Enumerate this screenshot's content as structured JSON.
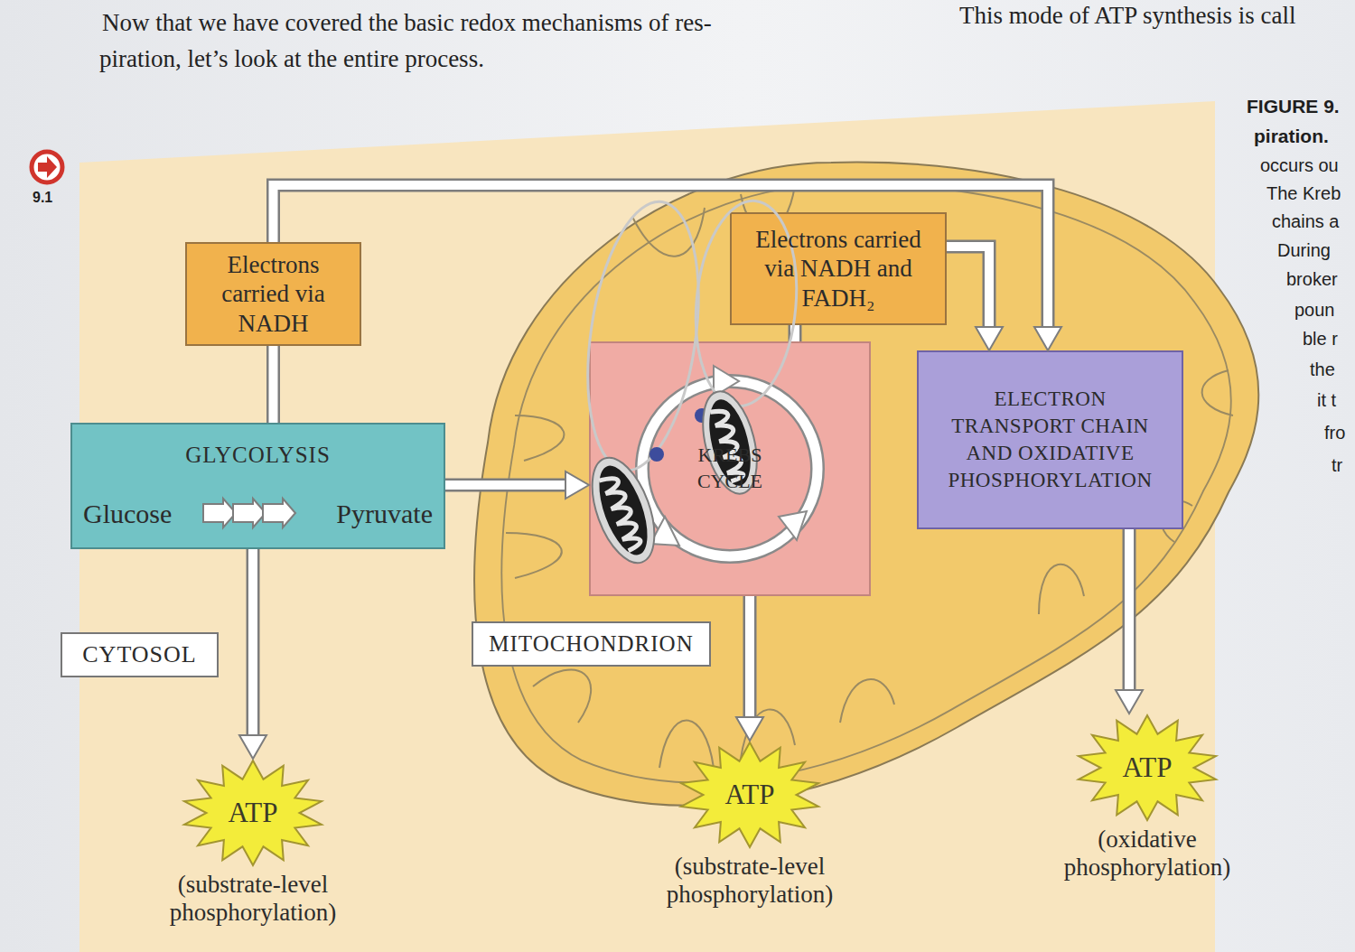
{
  "diagram": {
    "nodes": [
      {
        "text": [
          "Electrons carried via NADH"
        ]
      },
      {
        "text": [
          "GLYCOLYSIS",
          "Glucose",
          "Pyruvate"
        ]
      },
      {
        "text": [
          "CYTOSOL"
        ]
      },
      {
        "text": [
          "MITOCHONDRION"
        ]
      },
      {
        "text": [
          "KREBS CYCLE"
        ],
        "in": 3
      },
      {
        "text": [
          "Electrons carried via NADH and FADH₂"
        ],
        "in": 3
      },
      {
        "text": [
          "ELECTRON TRANSPORT CHAIN AND OXIDATIVE PHOSPHORYLATION"
        ],
        "in": 3
      },
      {
        "text": [
          "ATP",
          "(substrate-level phosphorylation)"
        ]
      },
      {
        "text": [
          "ATP",
          "(substrate-level phosphorylation)"
        ]
      },
      {
        "text": [
          "ATP",
          "(oxidative phosphorylation)"
        ]
      }
    ],
    "edges": [
      {
        "from": 1,
        "to": 0,
        "arrow": "none"
      },
      {
        "from": 0,
        "to": 6,
        "arrow": "to"
      },
      {
        "from": 1,
        "to": 4,
        "arrow": "to"
      },
      {
        "from": 4,
        "to": 5,
        "arrow": "none"
      },
      {
        "from": 5,
        "to": 6,
        "arrow": "to"
      },
      {
        "from": 1,
        "to": 7,
        "arrow": "to"
      },
      {
        "from": 4,
        "to": 8,
        "arrow": "to"
      },
      {
        "from": 6,
        "to": 9,
        "arrow": "to"
      }
    ],
    "labels": [
      "Now that we have covered the basic redox mechanisms of res-",
      "piration, let’s look at the entire process.",
      "This mode of ATP synthesis is call",
      "9.1",
      "FIGURE 9.",
      "piration.",
      "occurs ou",
      "The Kreb",
      "chains a",
      "During",
      "broker",
      "poun",
      "ble r",
      "the",
      "it t",
      "fro",
      "tr"
    ]
  }
}
